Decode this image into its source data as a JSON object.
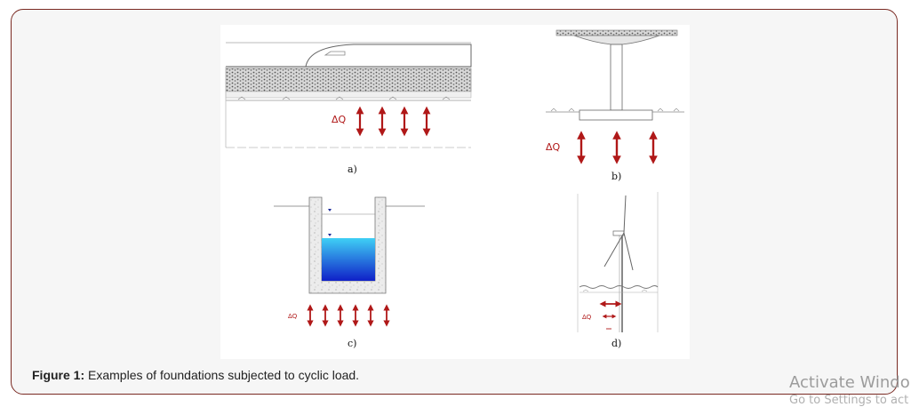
{
  "caption": {
    "label": "Figure 1:",
    "text": " Examples of foundations subjected to cyclic load."
  },
  "figure": {
    "panels": [
      {
        "id": "a",
        "label": "a)",
        "load_label": "ΔQ"
      },
      {
        "id": "b",
        "label": "b)",
        "load_label": "ΔQ"
      },
      {
        "id": "c",
        "label": "c)",
        "load_label": "ΔQ"
      },
      {
        "id": "d",
        "label": "d)",
        "load_label": "ΔQ"
      }
    ]
  },
  "watermark": {
    "title": "Activate Windo",
    "subtitle": "Go to Settings to act"
  },
  "colors": {
    "frame_border": "#7a2a22",
    "arrow": "#b01818",
    "water_top": "#3fd0f5",
    "water_bottom": "#1020c8"
  }
}
